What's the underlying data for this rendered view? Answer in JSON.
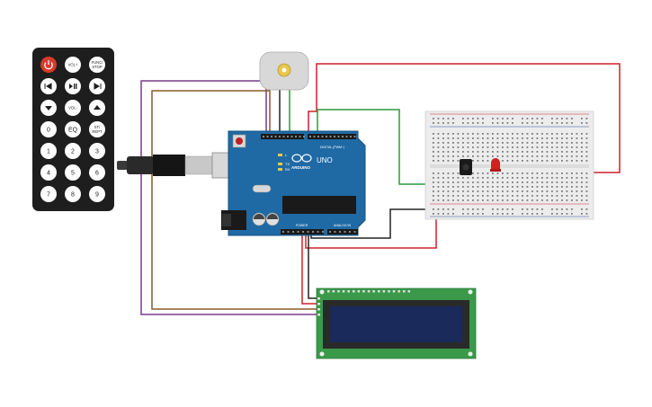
{
  "remote": {
    "buttons": [
      {
        "id": "power",
        "label": "",
        "kind": "power-icon"
      },
      {
        "id": "volplus",
        "label": "VOL+"
      },
      {
        "id": "func",
        "label": "FUNC/\nSTOP"
      },
      {
        "id": "prev",
        "label": "",
        "kind": "prev-icon"
      },
      {
        "id": "play",
        "label": "",
        "kind": "play-pause-icon"
      },
      {
        "id": "next",
        "label": "",
        "kind": "next-icon"
      },
      {
        "id": "down",
        "label": "",
        "kind": "down-icon"
      },
      {
        "id": "volminus",
        "label": "VOL-"
      },
      {
        "id": "up",
        "label": "",
        "kind": "up-icon"
      },
      {
        "id": "zero",
        "label": "0"
      },
      {
        "id": "eq",
        "label": "EQ"
      },
      {
        "id": "strept",
        "label": "ST/\nREPT"
      },
      {
        "id": "one",
        "label": "1"
      },
      {
        "id": "two",
        "label": "2"
      },
      {
        "id": "three",
        "label": "3"
      },
      {
        "id": "four",
        "label": "4"
      },
      {
        "id": "five",
        "label": "5"
      },
      {
        "id": "six",
        "label": "6"
      },
      {
        "id": "seven",
        "label": "7"
      },
      {
        "id": "eight",
        "label": "8"
      },
      {
        "id": "nine",
        "label": "9"
      }
    ]
  },
  "arduino": {
    "brand": "ARDUINO",
    "model": "UNO",
    "digital_label": "DIGITAL (PWM~)",
    "power_label": "POWER",
    "analog_label": "ANALOG IN",
    "tx_label": "TX",
    "rx_label": "RX",
    "l_label": "L"
  },
  "colors": {
    "wire_red": "#d0202a",
    "wire_black": "#222222",
    "wire_green": "#2a9a3a",
    "wire_purple": "#7a3a8a",
    "wire_brown": "#8a5a2a",
    "board_blue": "#1f6aa5",
    "lcd_green": "#3a9a4a",
    "lcd_screen": "#1a2a5a",
    "led_red": "#d02020"
  }
}
